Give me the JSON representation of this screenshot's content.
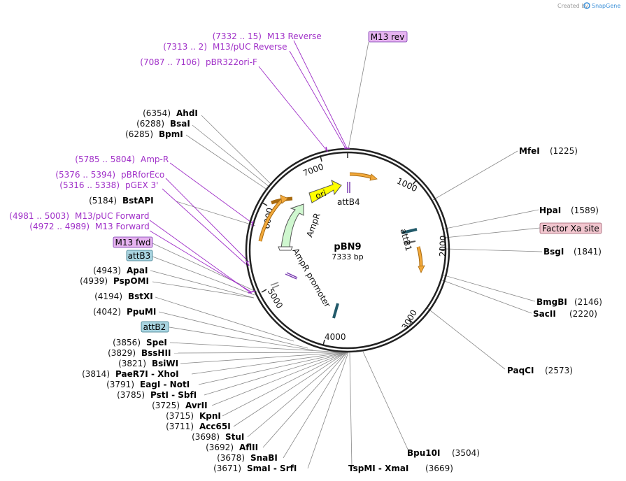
{
  "watermark": {
    "created_by": "Created by",
    "brand": "SnapGene"
  },
  "plasmid": {
    "name": "pBN9",
    "length_label": "7333 bp",
    "length_bp": 7333
  },
  "ticks": [
    "1000",
    "2000",
    "3000",
    "4000",
    "5000",
    "6000",
    "7000"
  ],
  "features": {
    "ori": "ori",
    "ampr": "AmpR",
    "ampr_promoter": "AmpR promoter",
    "attb4": "attB4",
    "attb1": "attB1"
  },
  "sites_right": [
    {
      "name": "MfeI",
      "pos": "(1225)"
    },
    {
      "name": "HpaI",
      "pos": "(1589)"
    },
    {
      "name": "BsgI",
      "pos": "(1841)"
    },
    {
      "name": "BmgBI",
      "pos": "(2146)"
    },
    {
      "name": "SacII",
      "pos": "(2220)"
    },
    {
      "name": "PaqCI",
      "pos": "(2573)"
    },
    {
      "name": "Bpu10I",
      "pos": "(3504)"
    },
    {
      "name": "TspMI - XmaI",
      "pos": "(3669)"
    }
  ],
  "boxes": {
    "m13_rev": "M13 rev",
    "factor_xa": "Factor Xa site",
    "m13_fwd": "M13 fwd",
    "attb3": "attB3",
    "attb2": "attB2"
  },
  "primers_top": [
    {
      "pos": "(7332 .. 15)",
      "name": "M13 Reverse"
    },
    {
      "pos": "(7313 .. 2)",
      "name": "M13/pUC Reverse"
    },
    {
      "pos": "(7087 .. 7106)",
      "name": "pBR322ori-F"
    }
  ],
  "sites_top_left": [
    {
      "pos": "(6354)",
      "name": "AhdI"
    },
    {
      "pos": "(6288)",
      "name": "BsaI"
    },
    {
      "pos": "(6285)",
      "name": "BpmI"
    }
  ],
  "primers_mid": [
    {
      "pos": "(5785 .. 5804)",
      "name": "Amp-R"
    },
    {
      "pos": "(5376 .. 5394)",
      "name": "pBRforEco"
    },
    {
      "pos": "(5316 .. 5338)",
      "name": "pGEX 3'"
    }
  ],
  "site_bstapi": {
    "pos": "(5184)",
    "name": "BstAPI"
  },
  "primers_fwd": [
    {
      "pos": "(4981 .. 5003)",
      "name": "M13/pUC Forward"
    },
    {
      "pos": "(4972 .. 4989)",
      "name": "M13 Forward"
    }
  ],
  "sites_left_a": [
    {
      "pos": "(4943)",
      "name": "ApaI"
    },
    {
      "pos": "(4939)",
      "name": "PspOMI"
    },
    {
      "pos": "(4194)",
      "name": "BstXI"
    },
    {
      "pos": "(4042)",
      "name": "PpuMI"
    }
  ],
  "sites_left_b": [
    {
      "pos": "(3856)",
      "name": "SpeI"
    },
    {
      "pos": "(3829)",
      "name": "BssHII"
    },
    {
      "pos": "(3821)",
      "name": "BsiWI"
    },
    {
      "pos": "(3814)",
      "name": "PaeR7I - XhoI"
    },
    {
      "pos": "(3791)",
      "name": "EagI - NotI"
    },
    {
      "pos": "(3785)",
      "name": "PstI - SbfI"
    },
    {
      "pos": "(3725)",
      "name": "AvrII"
    },
    {
      "pos": "(3715)",
      "name": "KpnI"
    },
    {
      "pos": "(3711)",
      "name": "Acc65I"
    },
    {
      "pos": "(3698)",
      "name": "StuI"
    },
    {
      "pos": "(3692)",
      "name": "AflII"
    },
    {
      "pos": "(3678)",
      "name": "SnaBI"
    },
    {
      "pos": "(3671)",
      "name": "SmaI - SrfI"
    }
  ],
  "colors": {
    "primer": "#a030c8",
    "m13_box": "#e6b3f0",
    "factor_box": "#f2c6cf",
    "attb_box": "#a9d4e0",
    "ori": "#ffff00",
    "ampr": "#cff7cf",
    "attb_arrow": "#f2a93b"
  }
}
